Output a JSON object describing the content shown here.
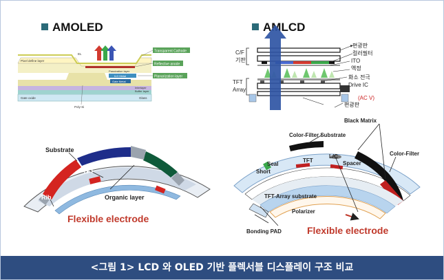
{
  "headings": {
    "left": "AMOLED",
    "right": "AMLCD"
  },
  "caption": "<그림 1> LCD 와 OLED 기반 플렉서블 디스플레이 구조 비교",
  "amoled_stack": {
    "labels": {
      "transparent_cathode": "Transparent Cathode",
      "reflective_anode": "Reflective anode",
      "planarization_layer": "Planarization layer",
      "pixel_define_layer": "Pixel define layer",
      "el": "EL",
      "passivation_layer": "Passivation layer",
      "ild_metal": "ILD Metal",
      "gate_metal": "Gate Metal",
      "interlayer": "Interlayer",
      "buffer_layer": "Buffer layer",
      "gate_oxide": "Gate oxide",
      "glass": "Glass",
      "poly_si": "Poly-Si"
    }
  },
  "amlcd_stack": {
    "labels": {
      "cf_substrate": "C/F",
      "cf_substrate_2": "기판",
      "tft_array": "TFT",
      "tft_array_2": "Array",
      "polarizer_top": "편광판",
      "color_filter": "컬러필터",
      "ito": "ITO",
      "liquid_crystal": "액정",
      "pixel_electrode": "화소 전극",
      "drive_ic": "Drive IC",
      "ac_v": "(AC V)",
      "polarizer_bottom": "편광판"
    }
  },
  "amoled_flex": {
    "labels": {
      "substrate": "Substrate",
      "tft": "TFT",
      "rib": "Rib",
      "organic_layer": "Organic layer",
      "flexible_electrode": "Flexible electrode"
    }
  },
  "amlcd_flex": {
    "labels": {
      "black_matrix": "Black Matrix",
      "color_filter_substrate": "Color-Filter Substrate",
      "color_filter": "Color-Filter",
      "seal": "Seal",
      "short": "Short",
      "tft": "TFT",
      "lc": "L/C",
      "spacer": "Spacer",
      "tft_array_substrate": "TFT-Array substrate",
      "polarizer": "Polarizer",
      "bonding_pad": "Bonding PAD",
      "flexible_electrode": "Flexible electrode"
    }
  },
  "colors": {
    "caption_bar": "#2e4d80",
    "heading_square": "#2b6a78",
    "flex_electrode_text": "#c0392b",
    "amlcd_arrow": "#2f55a4",
    "lcd_callout_red": "#cc2222"
  }
}
